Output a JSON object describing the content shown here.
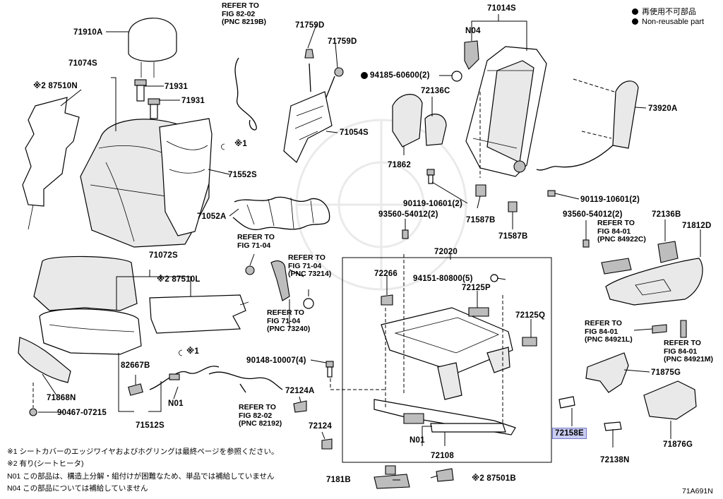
{
  "legend": {
    "jp": "再使用不可部品",
    "en": "Non-reusable part"
  },
  "figure_id": "71A691N",
  "labels": {
    "p71910A": "71910A",
    "p71074S": "71074S",
    "p87510N": "※2 87510N",
    "p71931a": "71931",
    "p71931b": "71931",
    "p71552S": "71552S",
    "p71052A": "71052A",
    "p71072S": "71072S",
    "p87510L": "※2 87510L",
    "p71868N": "71868N",
    "p90467": "90467-07215",
    "p82667B": "82667B",
    "pN01a": "N01",
    "p71512S": "71512S",
    "pX1a": "※1",
    "pX1b": "※1",
    "p71759Da": "71759D",
    "p71759Db": "71759D",
    "p71054S": "71054S",
    "p90148": "90148-10007(4)",
    "p72124A": "72124A",
    "p72124": "72124",
    "p7181B": "7181B",
    "p87501B": "※2 87501B",
    "p71014S": "71014S",
    "pN04": "N04",
    "p94185": "94185-60600(2)",
    "p72136C": "72136C",
    "p71862": "71862",
    "p90119a": "90119-10601(2)",
    "p93560a": "93560-54012(2)",
    "p71587Ba": "71587B",
    "p71587Bb": "71587B",
    "p72020": "72020",
    "p72266": "72266",
    "p94151": "94151-80800(5)",
    "p72125P": "72125P",
    "p72125Q": "72125Q",
    "pN01b": "N01",
    "p72108": "72108",
    "p72158E": "72158E",
    "p72138N": "72138N",
    "p71876G": "71876G",
    "p71875G": "71875G",
    "p73920A": "73920A",
    "p90119b": "90119-10601(2)",
    "p93560b": "93560-54012(2)",
    "p72136B": "72136B",
    "p71812D": "71812D"
  },
  "refs": {
    "r8202a": "REFER TO\nFIG 82-02\n(PNC 8219B)",
    "r7104a": "REFER TO\nFIG 71-04",
    "r7104b": "REFER TO\nFIG 71-04\n(PNC 73214)",
    "r7104c": "REFER TO\nFIG 71-04\n(PNC 73240)",
    "r8202b": "REFER TO\nFIG 82-02\n(PNC 82192)",
    "r8401a": "REFER TO\nFIG 84-01\n(PNC 84922C)",
    "r8401b": "REFER TO\nFIG 84-01\n(PNC 84921L)",
    "r8401c": "REFER TO\nFIG 84-01\n(PNC 84921M)"
  },
  "notes": [
    "※1  シートカバーのエッジワイヤおよびホグリングは最終ページを参照ください。",
    "※2  有り(シートヒータ)",
    "N01  この部品は、構造上分解・組付けが困難なため、単品では補給していません",
    "N04  この部品については補給していません"
  ]
}
